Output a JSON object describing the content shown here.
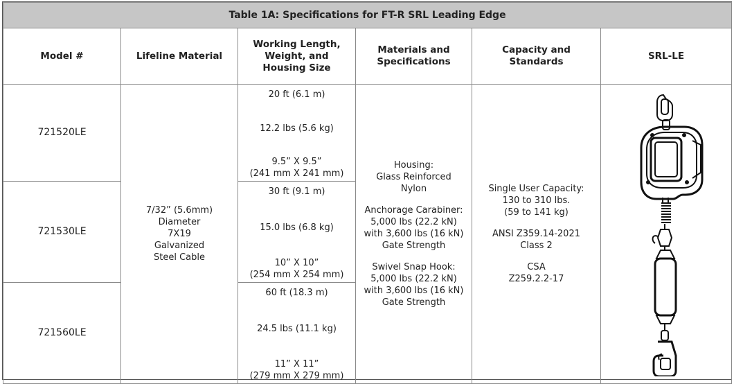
{
  "table": {
    "title": "Table 1A: Specifications for FT-R SRL Leading Edge",
    "headers": {
      "model": "Model #",
      "lifeline": "Lifeline Material",
      "working": "Working Length, Weight, and Housing Size",
      "materials": "Materials and Specifications",
      "capacity": "Capacity and Standards",
      "image": "SRL-LE"
    },
    "rows": [
      {
        "model": "721520LE",
        "length": "20 ft (6.1 m)",
        "weight": "12.2 lbs (5.6 kg)",
        "housing_size": "9.5” X 9.5”",
        "housing_metric": "(241 mm X 241 mm)"
      },
      {
        "model": "721530LE",
        "length": "30 ft (9.1 m)",
        "weight": "15.0 lbs (6.8 kg)",
        "housing_size": "10” X 10”",
        "housing_metric": "(254 mm X 254 mm)"
      },
      {
        "model": "721560LE",
        "length": "60 ft (18.3 m)",
        "weight": "24.5 lbs (11.1 kg)",
        "housing_size": "11” X 11”",
        "housing_metric": "(279 mm X 279 mm)"
      }
    ],
    "lifeline_material": [
      "7/32” (5.6mm)",
      "Diameter",
      "7X19",
      "Galvanized",
      "Steel Cable"
    ],
    "materials": {
      "housing": [
        "Housing:",
        "Glass Reinforced",
        "Nylon"
      ],
      "carabiner": [
        "Anchorage Carabiner:",
        "5,000 lbs (22.2 kN)",
        "with 3,600 lbs (16 kN)",
        "Gate Strength"
      ],
      "snap_hook": [
        "Swivel Snap Hook:",
        "5,000 lbs (22.2 kN)",
        "with 3,600 lbs (16 kN)",
        "Gate Strength"
      ]
    },
    "capacity": {
      "user": [
        "Single User Capacity:",
        "130 to 310 lbs.",
        "(59 to 141 kg)"
      ],
      "ansi": [
        "ANSI Z359.14-2021",
        "Class 2"
      ],
      "csa": [
        "CSA",
        "Z259.2.2-17"
      ]
    }
  }
}
